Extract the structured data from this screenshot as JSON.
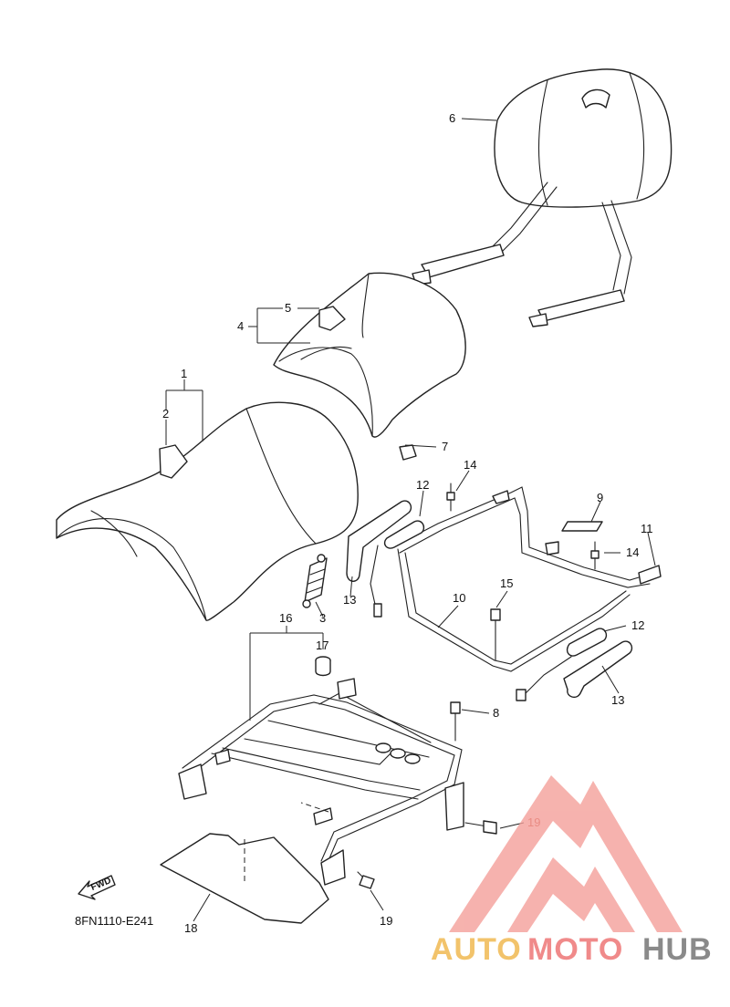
{
  "diagram": {
    "code": "8FN1110-E241",
    "fwd_label": "FWD",
    "callouts": [
      "1",
      "2",
      "3",
      "4",
      "5",
      "6",
      "7",
      "8",
      "9",
      "10",
      "11",
      "12",
      "12",
      "13",
      "13",
      "14",
      "14",
      "15",
      "16",
      "17",
      "18",
      "19",
      "19"
    ]
  },
  "watermark": {
    "text_a": "AUTO",
    "text_b": "MOTO",
    "text_c": "HUB",
    "color_a": "#f2c36b",
    "color_b": "#f08a8a",
    "color_c": "#8a8a8a",
    "logo_color": "#f4a09a"
  }
}
